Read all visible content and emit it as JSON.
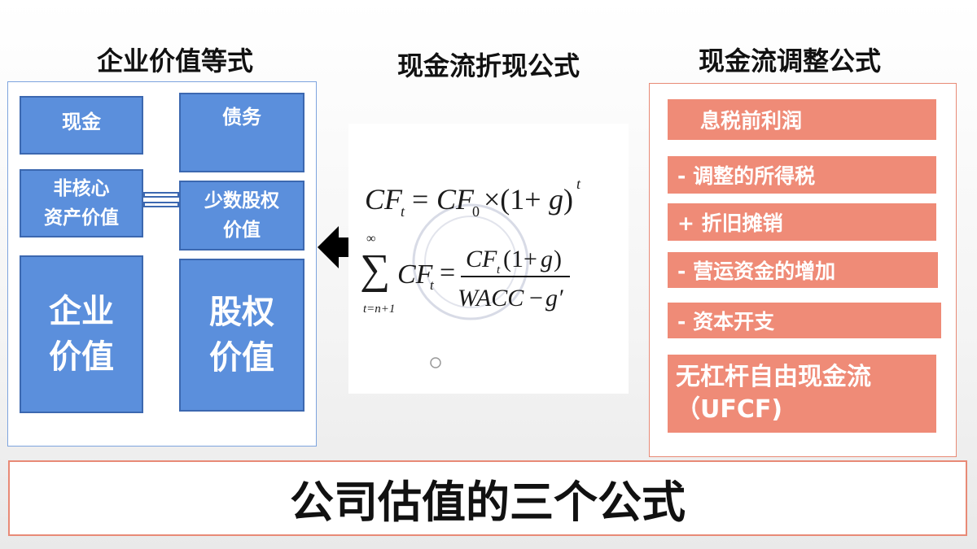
{
  "headings": {
    "enterprise_value_equation": "企业价值等式",
    "dcf_formula": "现金流折现公式",
    "cf_adjustment_formula": "现金流调整公式"
  },
  "left_panel": {
    "cash": "现金",
    "debt": "债务",
    "non_core_assets": "非核心\n资产价值",
    "minority_interest": "少数股权\n价值",
    "enterprise_value": "企业\n价值",
    "equity_value": "股权\n价值"
  },
  "formula": {
    "line1": "CF_t = CF_0 × (1+g)^t",
    "line2": "Σ_{t=n+1}^{∞} CF_t = CF_t(1+g) / (WACC − g′)"
  },
  "right_panel": {
    "items": [
      "息税前利润",
      "- 调整的所得税",
      "+ 折旧摊销",
      "- 营运资金的增加",
      "- 资本开支",
      "无杠杆自由现金流\n（UFCF)"
    ]
  },
  "footer_title": "公司估值的三个公式",
  "colors": {
    "blue_block": "#5b8fdc",
    "orange_block": "#ef8b77",
    "panel_border_blue": "#7ea4de",
    "panel_border_orange": "#e88a76"
  }
}
